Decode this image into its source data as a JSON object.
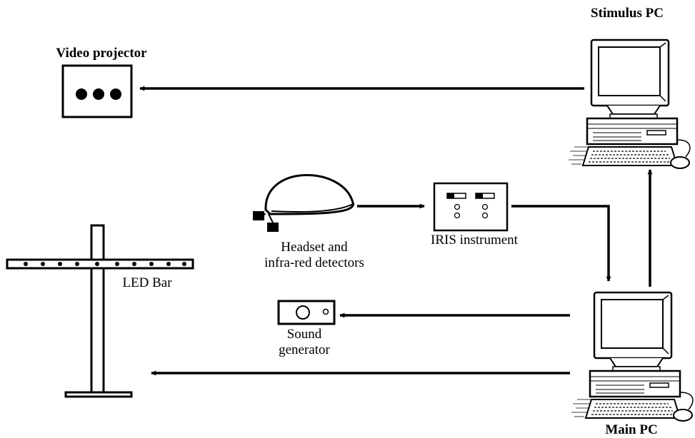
{
  "labels": {
    "stimulus_pc": "Stimulus PC",
    "video_projector": "Video projector",
    "headset_line1": "Headset and",
    "headset_line2": "infra-red detectors",
    "iris_instrument": "IRIS instrument",
    "led_bar": "LED Bar",
    "sound_line1": "Sound",
    "sound_line2": "generator",
    "main_pc": "Main PC"
  },
  "colors": {
    "ink": "#000000",
    "paper": "#ffffff"
  },
  "icons": [
    "computer-icon",
    "projector-icon",
    "headset-icon",
    "iris-instrument-icon",
    "sound-generator-icon",
    "led-bar-icon"
  ]
}
